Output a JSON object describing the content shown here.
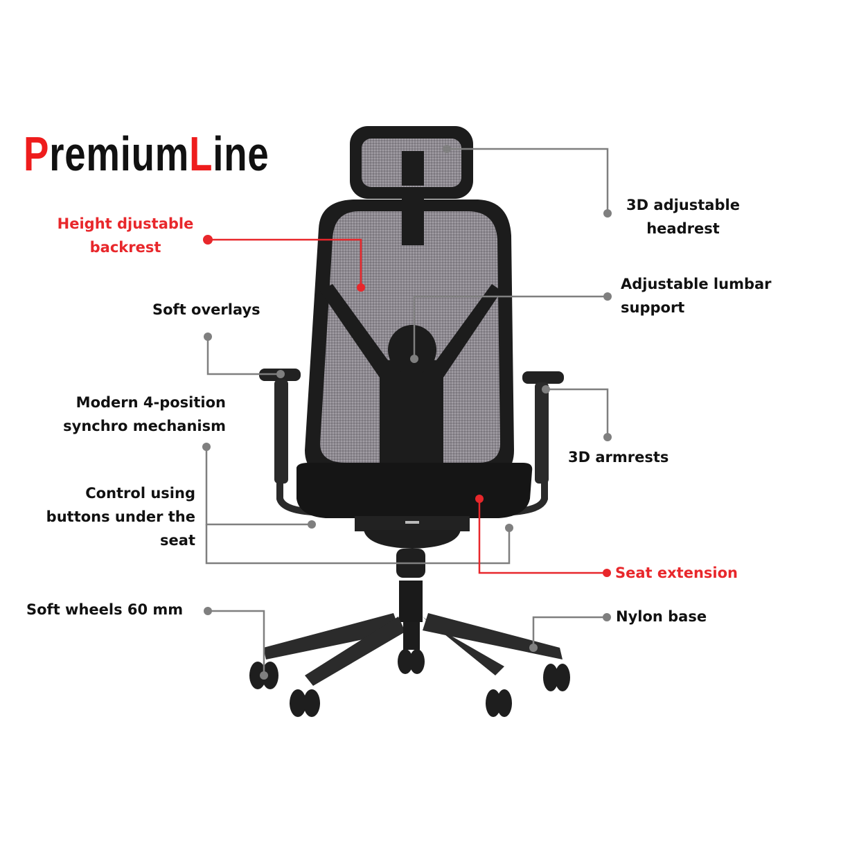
{
  "brand": {
    "prefix_red": "P",
    "part1": "remium",
    "mid_red": "L",
    "part2": "ine",
    "red": "#ee1c1c",
    "black": "#111111"
  },
  "colors": {
    "accent_red": "#e8272b",
    "connector_gray": "#7f7f7f",
    "chair_black": "#1c1c1c",
    "mesh_gray": "#8a868c"
  },
  "labels": {
    "headrest": {
      "line1": "3D adjustable",
      "line2": "headrest"
    },
    "backrest": {
      "line1": "Height djustable",
      "line2": "backrest"
    },
    "lumbar": {
      "line1": "Adjustable lumbar",
      "line2": "support"
    },
    "overlays": {
      "line1": "Soft overlays"
    },
    "mechanism": {
      "line1": "Modern 4-position",
      "line2": "synchro mechanism"
    },
    "armrests": {
      "line1": "3D armrests"
    },
    "control": {
      "line1": "Control using",
      "line2": "buttons under the",
      "line3": "seat"
    },
    "seat_extension": {
      "line1": "Seat extension"
    },
    "wheels": {
      "line1": "Soft wheels 60 mm"
    },
    "base": {
      "line1": "Nylon base"
    }
  }
}
